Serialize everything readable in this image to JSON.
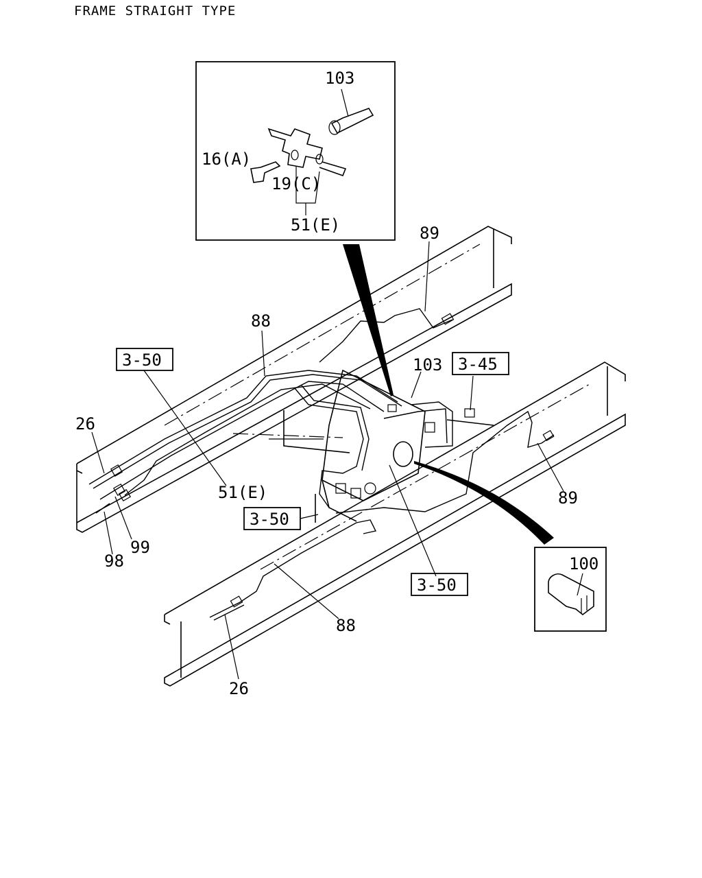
{
  "header": {
    "title": "FRAME STRAIGHT TYPE"
  },
  "inset": {
    "labels": {
      "l103": "103",
      "l16a": "16(A)",
      "l19c": "19(C)",
      "l51e": "51(E)"
    }
  },
  "callouts": {
    "l89_top": "89",
    "l88_top": "88",
    "l103_main": "103",
    "l26_left": "26",
    "l51e_main": "51(E)",
    "l99": "99",
    "l98": "98",
    "l89_right": "89",
    "l100": "100",
    "l88_bottom": "88",
    "l26_bottom": "26"
  },
  "refs": {
    "r350_a": "3-50",
    "r345": "3-45",
    "r350_b": "3-50",
    "r350_c": "3-50"
  }
}
